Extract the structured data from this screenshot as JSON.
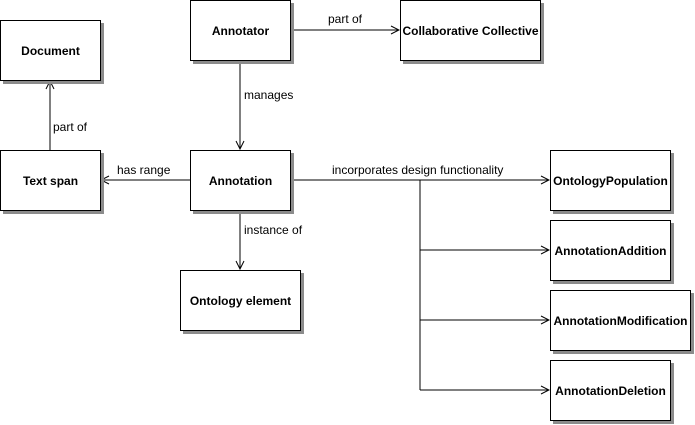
{
  "nodes": {
    "document": "Document",
    "text_span": "Text span",
    "annotator": "Annotator",
    "collaborative_collective": "Collaborative Collective",
    "annotation": "Annotation",
    "ontology_element": "Ontology element",
    "ontology_population": "OntologyPopulation",
    "annotation_addition": "AnnotationAddition",
    "annotation_modification": "AnnotationModification",
    "annotation_deletion": "AnnotationDeletion"
  },
  "edges": {
    "annotator_part_of": "part of",
    "manages": "manages",
    "text_span_part_of": "part of",
    "has_range": "has range",
    "incorporates": "incorporates design functionality",
    "instance_of": "instance of"
  },
  "colors": {
    "line": "#000000",
    "shadow": "#8c8c8c",
    "box_fill": "#ffffff"
  }
}
